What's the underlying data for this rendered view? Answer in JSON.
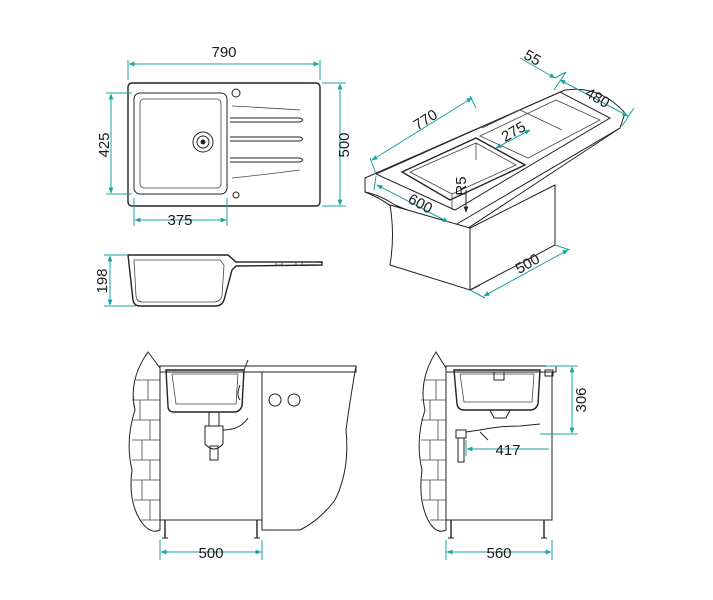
{
  "colors": {
    "dimension_lines": "#1aa3a3",
    "outline": "#222222",
    "background": "#ffffff"
  },
  "top_view": {
    "width_label": "790",
    "depth_label": "500",
    "bowl_depth_label": "425",
    "bowl_width_label": "375"
  },
  "side_view": {
    "height_label": "198"
  },
  "iso_view": {
    "length_label": "770",
    "rim_label": "55",
    "depth_label": "480",
    "drainer_label": "275",
    "radius_label": "R5",
    "cabinet_width_label": "600",
    "cabinet_depth_label": "500"
  },
  "front_install": {
    "cabinet_label": "500"
  },
  "side_install": {
    "height_label": "306",
    "offset_label": "417",
    "cabinet_label": "560"
  }
}
